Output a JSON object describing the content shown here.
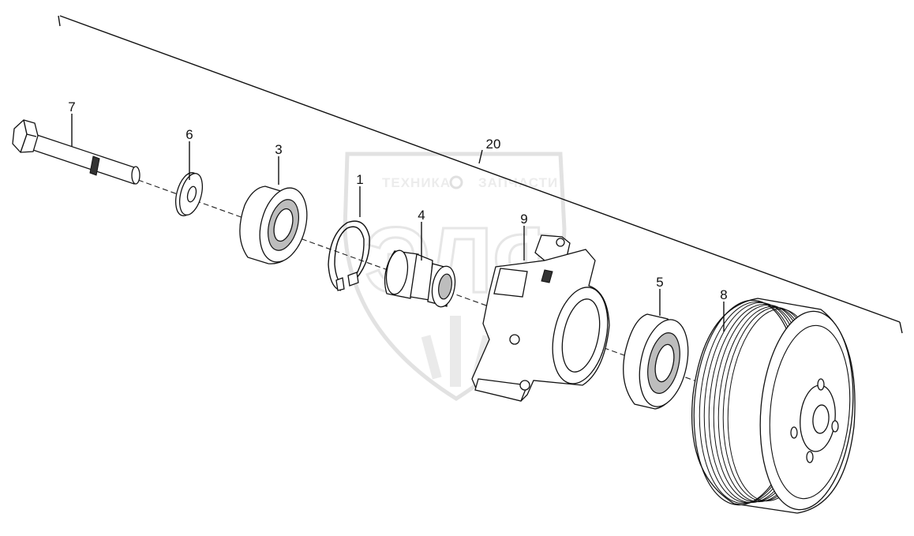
{
  "watermark": {
    "left_word": "ТЕХНИКА",
    "right_word": "ЗАПЧАСТИ",
    "logo_letters": "ЭЛФ"
  },
  "callouts": [
    {
      "id": "callout-7",
      "label": "7"
    },
    {
      "id": "callout-6",
      "label": "6"
    },
    {
      "id": "callout-3",
      "label": "3"
    },
    {
      "id": "callout-1",
      "label": "1"
    },
    {
      "id": "callout-4",
      "label": "4"
    },
    {
      "id": "callout-9",
      "label": "9"
    },
    {
      "id": "callout-20",
      "label": "20"
    },
    {
      "id": "callout-5",
      "label": "5"
    },
    {
      "id": "callout-8",
      "label": "8"
    }
  ]
}
